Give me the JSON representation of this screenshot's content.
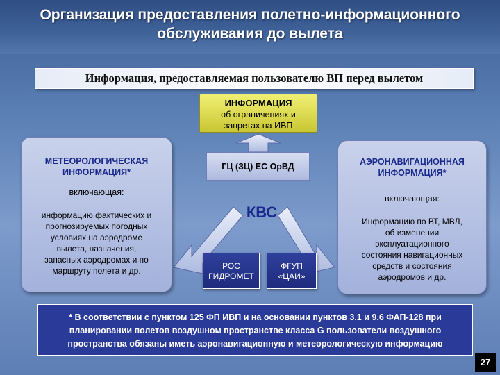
{
  "title_line1": "Организация предоставления полетно-информационного",
  "title_line2": "обслуживания до вылета",
  "subtitle": "Информация, предоставляемая пользователю ВП перед вылетом",
  "info_top": {
    "line1": "ИНФОРМАЦИЯ",
    "line2": "об ограничениях и",
    "line3": "запретах на ИВП"
  },
  "left_box": {
    "head_line1": "МЕТЕОРОЛОГИЧЕСКАЯ",
    "head_line2": "ИНФОРМАЦИЯ*",
    "including": "включающая:",
    "body_lines": [
      "информацию фактических и",
      "прогнозируемых погодных",
      "условиях на аэродроме",
      "вылета, назначения,",
      "запасных аэродромах и по",
      "маршруту полета и др."
    ]
  },
  "right_box": {
    "head_line1": "АЭРОНАВИГАЦИОННАЯ",
    "head_line2": "ИНФОРМАЦИЯ*",
    "including": "включающая:",
    "body_lines": [
      "Информацию по ВТ, МВЛ,",
      "об изменении",
      "эксплуатационного",
      "состояния навигационных",
      "средств и состояния",
      "аэродромов и др."
    ]
  },
  "center_box": "ГЦ (ЗЦ) ЕС ОрВД",
  "kvs": "КВС",
  "ros": {
    "line1": "РОС",
    "line2": "ГИДРОМЕТ"
  },
  "fgup": {
    "line1": "ФГУП",
    "line2": "«ЦАИ»"
  },
  "footnote_lines": [
    "* В соответствии с пунктом 125 ФП ИВП и на основании пунктов 3.1 и 9.6 ФАП-128 при",
    "планировании полетов воздушном пространстве класса G пользователи воздушного",
    "пространства обязаны иметь аэронавигационную и метеорологическую информацию"
  ],
  "page_number": "27"
}
